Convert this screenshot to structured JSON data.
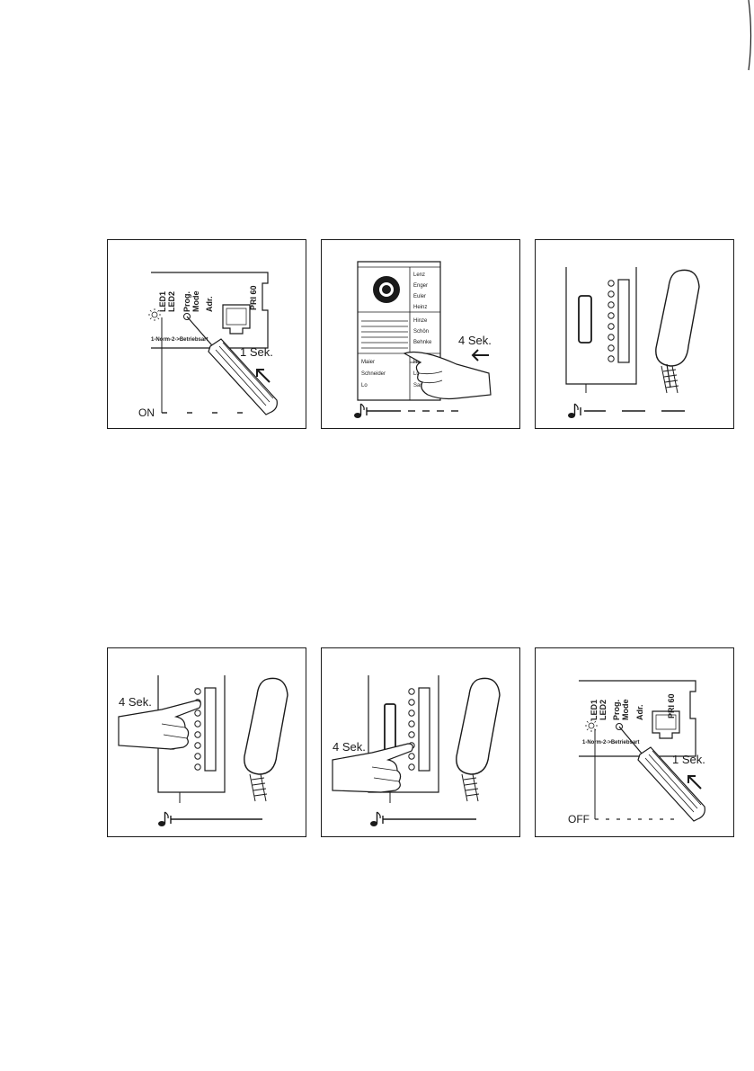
{
  "panels": [
    {
      "id": "p1",
      "led1": "LED1",
      "led2": "LED2",
      "prog": "Prog.",
      "mode": "Mode",
      "adr": "Adr.",
      "model": "PRI 60",
      "strip": "1-Norm-2->Betriebsart",
      "time": "1 Sek.",
      "status": "ON"
    },
    {
      "id": "p2",
      "names_top": [
        "Lenz",
        "Enger",
        "Euler",
        "Heinz"
      ],
      "names_mid": [
        "Hinze",
        "Schön",
        "Behnke"
      ],
      "names_left": [
        "Maier",
        "Schneider",
        "Lo"
      ],
      "names_right": [
        "Hock",
        "Lux",
        "Santer"
      ],
      "time": "4 Sek."
    },
    {
      "id": "p3"
    },
    {
      "id": "p4",
      "time": "4 Sek."
    },
    {
      "id": "p5",
      "time": "4 Sek."
    },
    {
      "id": "p6",
      "led1": "LED1",
      "led2": "LED2",
      "prog": "Prog.",
      "mode": "Mode",
      "adr": "Adr.",
      "model": "PRI 60",
      "strip": "1-Norm-2->Betriebsart",
      "time": "1 Sek.",
      "status": "OFF"
    }
  ],
  "icons": [
    "speaker-note-icon",
    "arrow-icon",
    "screwdriver-icon",
    "finger-hand-icon",
    "handset-icon"
  ]
}
